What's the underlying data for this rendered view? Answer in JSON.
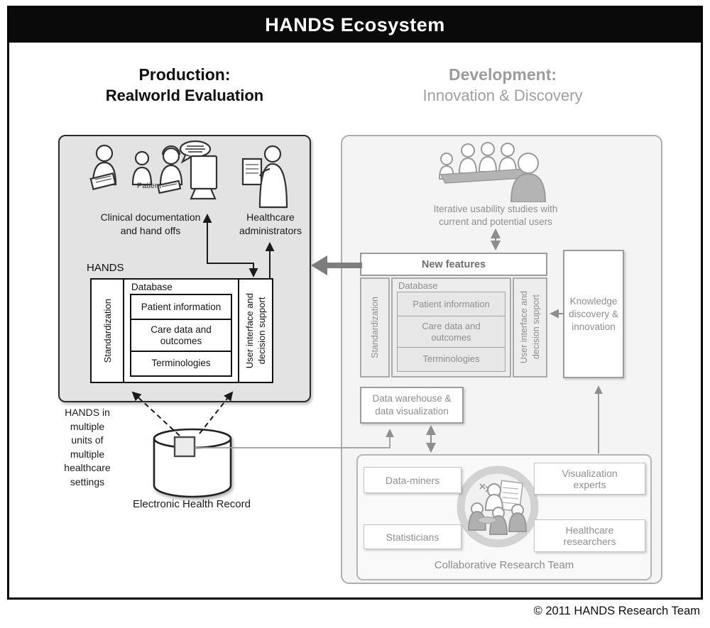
{
  "title": "HANDS Ecosystem",
  "copyright": "© 2011 HANDS Research Team",
  "colors": {
    "header_bg": "#0a0a0a",
    "header_text": "#ffffff",
    "production_text": "#111111",
    "development_text": "#8e8e8e",
    "production_panel_bg": "#e3e3e3",
    "development_panel_bg": "#f4f4f4",
    "thick_arrow": "#7d7d7d"
  },
  "production": {
    "heading": "Production:",
    "subheading": "Realworld Evaluation",
    "patient": "Patient",
    "clinical_documentation": "Clinical documentation\nand hand offs",
    "healthcare_administrators": "Healthcare\nadministrators",
    "hands_label": "HANDS",
    "hands_box": {
      "standardization": "Standardization",
      "database": "Database",
      "rows": [
        "Patient information",
        "Care data and\noutcomes",
        "Terminologies"
      ],
      "user_interface": "User interface and\ndecision support"
    },
    "hands_in_multiple": "HANDS in\nmultiple\nunits of\nmultiple\nhealthcare\nsettings",
    "ehr_label": "Electronic Health Record"
  },
  "development": {
    "heading": "Development:",
    "subheading": "Innovation & Discovery",
    "usability_caption": "Iterative usability studies with\ncurrent and potential users",
    "new_features": "New features",
    "hands_box": {
      "standardization": "Standardization",
      "database": "Database",
      "rows": [
        "Patient information",
        "Care data and\noutcomes",
        "Terminologies"
      ],
      "user_interface": "User interface and\ndecision support"
    },
    "knowledge_discovery": "Knowledge\ndiscovery &\ninnovation",
    "data_warehouse": "Data warehouse &\ndata visualization",
    "collaborative_team": {
      "label": "Collaborative Research Team",
      "roles": [
        "Data-miners",
        "Visualization\nexperts",
        "Statisticians",
        "Healthcare\nresearchers"
      ]
    }
  }
}
